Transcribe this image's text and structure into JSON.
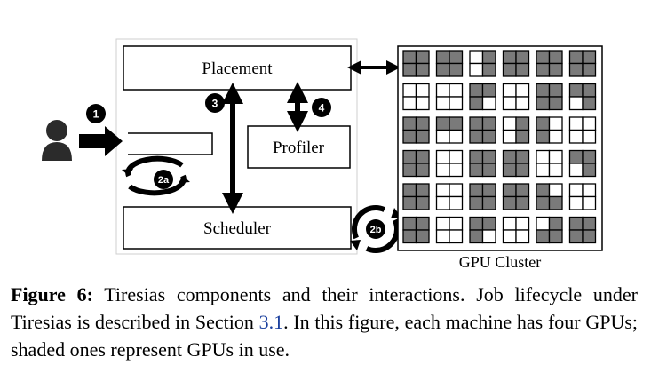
{
  "figure": {
    "boxes": {
      "placement": "Placement",
      "profiler": "Profiler",
      "scheduler": "Scheduler"
    },
    "steps": {
      "step_1": "1",
      "step_2a": "2a",
      "step_2b": "2b",
      "step_3": "3",
      "step_4": "4"
    },
    "cluster_label": "GPU Cluster",
    "cluster": {
      "machine_rows": 6,
      "machine_cols": 6,
      "gpus_per_machine": 4,
      "in_use": [
        [
          [
            1,
            1,
            1,
            1
          ],
          [
            1,
            1,
            1,
            1
          ],
          [
            0,
            1,
            0,
            1
          ],
          [
            1,
            1,
            1,
            1
          ],
          [
            1,
            1,
            1,
            1
          ],
          [
            1,
            1,
            1,
            1
          ]
        ],
        [
          [
            0,
            0,
            0,
            0
          ],
          [
            0,
            0,
            0,
            0
          ],
          [
            1,
            1,
            1,
            0
          ],
          [
            0,
            0,
            0,
            0
          ],
          [
            1,
            1,
            1,
            1
          ],
          [
            1,
            1,
            0,
            1
          ]
        ],
        [
          [
            1,
            1,
            1,
            1
          ],
          [
            1,
            1,
            0,
            0
          ],
          [
            1,
            1,
            1,
            1
          ],
          [
            0,
            1,
            0,
            1
          ],
          [
            1,
            0,
            1,
            0
          ],
          [
            0,
            0,
            0,
            0
          ]
        ],
        [
          [
            1,
            1,
            1,
            1
          ],
          [
            0,
            0,
            0,
            0
          ],
          [
            1,
            1,
            1,
            1
          ],
          [
            1,
            1,
            1,
            1
          ],
          [
            0,
            0,
            0,
            0
          ],
          [
            1,
            1,
            0,
            1
          ]
        ],
        [
          [
            1,
            1,
            1,
            1
          ],
          [
            0,
            0,
            0,
            0
          ],
          [
            1,
            1,
            1,
            1
          ],
          [
            1,
            1,
            1,
            1
          ],
          [
            1,
            0,
            1,
            1
          ],
          [
            0,
            0,
            0,
            0
          ]
        ],
        [
          [
            1,
            1,
            1,
            1
          ],
          [
            0,
            0,
            0,
            0
          ],
          [
            1,
            1,
            1,
            0
          ],
          [
            0,
            0,
            0,
            0
          ],
          [
            0,
            1,
            1,
            1
          ],
          [
            1,
            1,
            1,
            1
          ]
        ]
      ]
    },
    "colors": {
      "gpu_in_use": "#7a7a7a",
      "gpu_idle": "#ffffff",
      "stroke": "#000000",
      "frame": "#cfcfcf"
    }
  },
  "caption": {
    "label": "Figure 6:",
    "text_before_ref": " Tiresias components and their interactions. Job lifecycle under Tiresias is described in Section ",
    "section_ref": "3.1",
    "text_after_ref": ". In this figure, each machine has four GPUs; shaded ones represent GPUs in use."
  }
}
